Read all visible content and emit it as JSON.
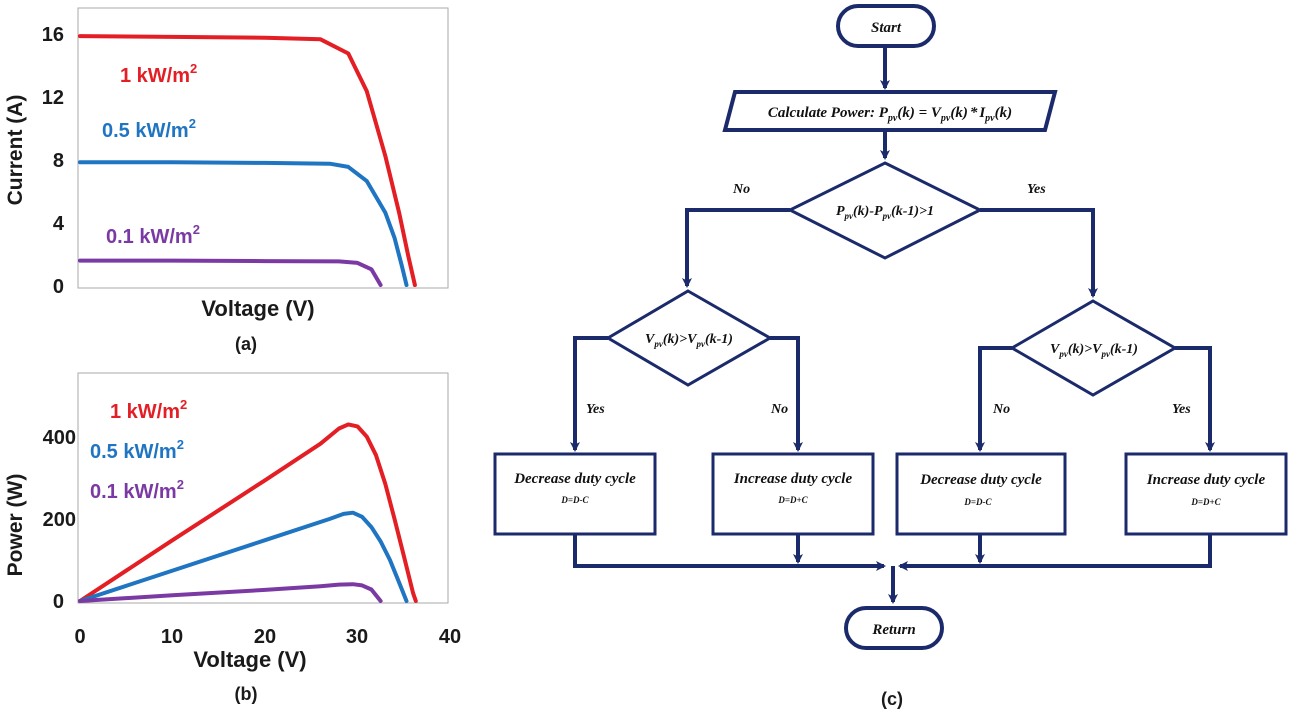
{
  "chart_data": [
    {
      "panel_label": "(a)",
      "type": "line",
      "xlabel": "Voltage (V)",
      "ylabel": "Current (A)",
      "xlim": [
        0,
        40
      ],
      "ylim": [
        0,
        16
      ],
      "yticks": [
        "0",
        "4",
        "8",
        "12",
        "16"
      ],
      "grid": false,
      "series": [
        {
          "name": "1 kW/m",
          "name_sup": "2",
          "color": "#e31e24",
          "x": [
            0,
            10,
            20,
            26,
            29,
            31,
            33,
            34.5,
            35.5,
            36.2
          ],
          "y": [
            15.8,
            15.75,
            15.7,
            15.6,
            14.7,
            12.3,
            8.2,
            4.6,
            1.8,
            0
          ]
        },
        {
          "name": "0.5 kW/m",
          "name_sup": "2",
          "color": "#1f75c2",
          "x": [
            0,
            10,
            20,
            27,
            29,
            31,
            33,
            34,
            34.8,
            35.3
          ],
          "y": [
            7.8,
            7.8,
            7.75,
            7.7,
            7.5,
            6.6,
            4.6,
            3.0,
            1.2,
            0
          ]
        },
        {
          "name": "0.1 kW/m",
          "name_sup": "2",
          "color": "#7b3aa3",
          "x": [
            0,
            10,
            20,
            28,
            30,
            31.5,
            32.5
          ],
          "y": [
            1.55,
            1.55,
            1.52,
            1.5,
            1.4,
            1.0,
            0
          ]
        }
      ]
    },
    {
      "panel_label": "(b)",
      "type": "line",
      "xlabel": "Voltage (V)",
      "ylabel": "Power (W)",
      "xlim": [
        0,
        40
      ],
      "ylim": [
        0,
        560
      ],
      "xticks": [
        "0",
        "10",
        "20",
        "30",
        "40"
      ],
      "yticks": [
        "0",
        "200",
        "400"
      ],
      "grid": false,
      "series": [
        {
          "name": "1 kW/m",
          "name_sup": "2",
          "color": "#e31e24",
          "x": [
            0,
            10,
            20,
            26,
            28,
            29,
            30,
            31,
            32,
            33,
            34,
            35,
            36,
            36.3
          ],
          "y": [
            0,
            148,
            294,
            383,
            420,
            430,
            425,
            400,
            355,
            285,
            200,
            110,
            20,
            0
          ]
        },
        {
          "name": "0.5 kW/m",
          "name_sup": "2",
          "color": "#1f75c2",
          "x": [
            0,
            10,
            20,
            27,
            28.5,
            29.5,
            30.5,
            31.5,
            32.5,
            33.5,
            34.5,
            35.3
          ],
          "y": [
            0,
            74,
            148,
            200,
            212,
            215,
            205,
            180,
            145,
            100,
            45,
            0
          ]
        },
        {
          "name": "0.1 kW/m",
          "name_sup": "2",
          "color": "#7b3aa3",
          "x": [
            0,
            10,
            20,
            26,
            28,
            29.5,
            30.5,
            31.5,
            32.5
          ],
          "y": [
            0,
            14,
            27,
            36,
            40,
            41,
            38,
            28,
            0
          ]
        }
      ]
    }
  ],
  "flowchart": {
    "start": "Start",
    "calc_prefix": "Calculate Power: P",
    "calc_sub1": "pv",
    "calc_mid1": "(k) = V",
    "calc_sub2": "pv",
    "calc_mid2": "(k)",
    "calc_star": "*",
    "calc_mid3": "I",
    "calc_sub3": "pv",
    "calc_tail": "(k)",
    "decision_top": {
      "p": "P",
      "sub": "pv",
      "t1": "(k)-P",
      "t2": "(k-1)>1"
    },
    "decision_side": {
      "v": "V",
      "sub": "pv",
      "t1": "(k)>V",
      "t2": "(k-1)"
    },
    "no": "No",
    "yes": "Yes",
    "box_decrease": "Decrease duty cycle",
    "box_increase": "Increase duty cycle",
    "eq_decrease": "D=D-C",
    "eq_increase": "D=D+C",
    "return": "Return",
    "panel_label": "(c)"
  }
}
